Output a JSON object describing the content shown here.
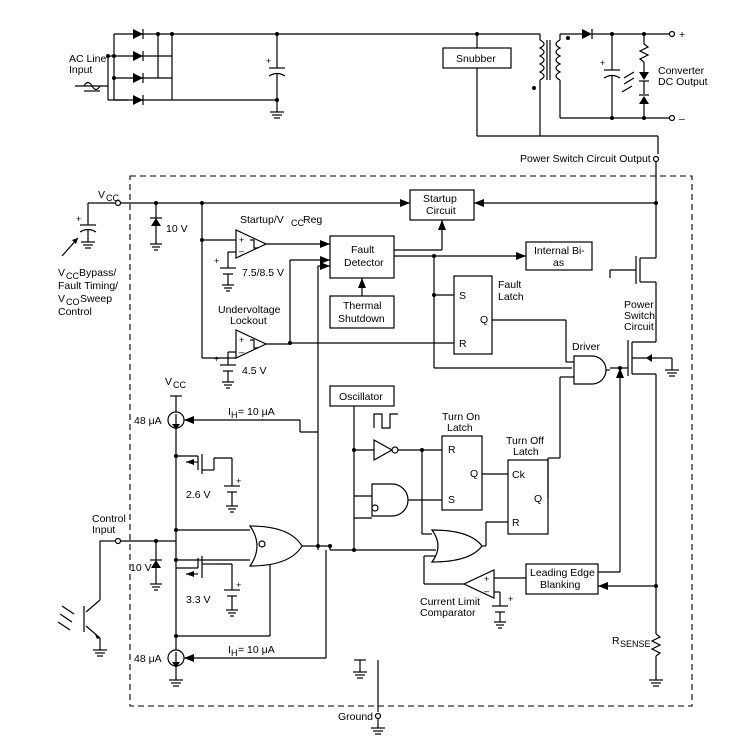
{
  "labels": {
    "ac_line_input": [
      "AC Line",
      "Input"
    ],
    "snubber": "Snubber",
    "converter_output": [
      "Converter",
      "DC Output"
    ],
    "plus": "+",
    "minus": "–",
    "power_switch_circuit_output": "Power Switch Circuit Output",
    "vcc": "V",
    "vcc_sub": "CC",
    "startup_circuit": [
      "Startup",
      "Circuit"
    ],
    "ten_v": "10 V",
    "startup_vcc_reg_a": "Startup/V",
    "startup_vcc_reg_sub": "CC",
    "startup_vcc_reg_b": " Reg",
    "fault_detector": [
      "Fault",
      "Detector"
    ],
    "internal_bias": [
      "Internal Bi-",
      "as"
    ],
    "v_bypass": [
      "V",
      "CC",
      " Bypass/"
    ],
    "fault_timing": "Fault Timing/",
    "vco_sweep": [
      "V",
      "CO",
      " Sweep"
    ],
    "control": "Control",
    "thermal_shutdown": [
      "Thermal",
      "Shutdown"
    ],
    "ref_75_85": "7.5/8.5 V",
    "fault_latch": [
      "Fault",
      "Latch"
    ],
    "latch_s": "S",
    "latch_q": "Q",
    "latch_r": "R",
    "undervoltage_lockout": [
      "Undervoltage",
      "Lockout"
    ],
    "power_switch_circuit": [
      "Power",
      "Switch",
      "Circuit"
    ],
    "ref_45": "4.5 V",
    "driver": "Driver",
    "oscillator": "Oscillator",
    "i48": "48 μA",
    "ih": "I",
    "ih_sub": "H",
    "ih_val": " = 10 μA",
    "turn_on_latch": [
      "Turn On",
      "Latch"
    ],
    "turn_off_latch": [
      "Turn Off",
      "Latch"
    ],
    "ck": "Ck",
    "ref_26": "2.6 V",
    "control_input": [
      "Control",
      "Input"
    ],
    "ref_33": "3.3 V",
    "leading_edge_blanking": [
      "Leading Edge",
      "Blanking"
    ],
    "current_limit_comparator": [
      "Current Limit",
      "Comparator"
    ],
    "rsense": "R",
    "rsense_sub": "SENSE",
    "ground": "Ground"
  }
}
